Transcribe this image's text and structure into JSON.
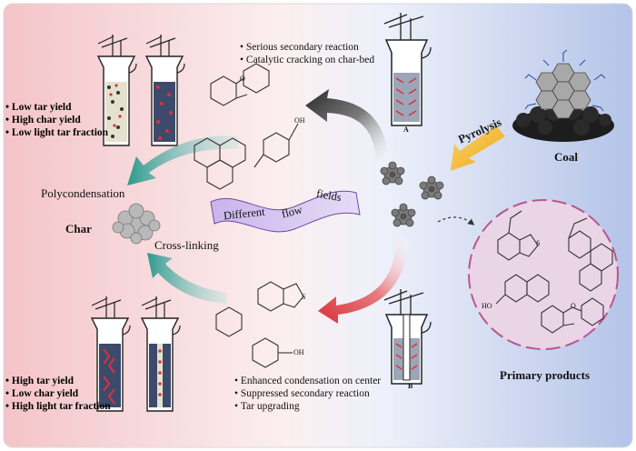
{
  "upper_reactor": {
    "notes": [
      "Serious secondary reaction",
      "Catalytic cracking on char-bed"
    ],
    "tag": "A"
  },
  "lower_reactor": {
    "notes": [
      "Enhanced condensation on center",
      "Suppressed secondary reaction",
      "Tar upgrading"
    ],
    "tag": "B"
  },
  "upper_left_outcomes": [
    "Low tar yield",
    "High char yield",
    "Low light tar fraction"
  ],
  "lower_left_outcomes": [
    "High tar yield",
    "Low char yield",
    "High light tar fraction"
  ],
  "labels": {
    "polycondensation": "Polycondensation",
    "char": "Char",
    "cross_linking": "Cross-linking",
    "pyrolysis": "Pyrolysis",
    "coal": "Coal",
    "primary_products": "Primary products",
    "hydroxyl": "OH",
    "sulfur": "S",
    "oxygen": "O",
    "ho": "HO"
  },
  "banner_words": [
    "Different",
    "flow",
    "fields"
  ],
  "colors": {
    "left_bg": "#f6c9cc",
    "right_bg": "#b9c8ea",
    "teal_arrow": "#2f9a8e",
    "red_arrow": "#d8333a",
    "dark_arrow": "#3a3a3a",
    "pyrolysis_arrow": "#f2b21c",
    "products_circle": "#e9d4e6",
    "banner": "#d9c8ef"
  }
}
